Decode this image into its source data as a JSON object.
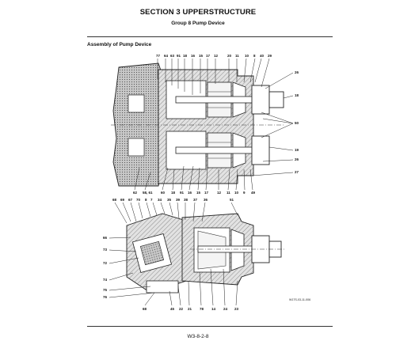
{
  "header": {
    "section_title": "SECTION 3 UPPERSTRUCTURE",
    "group_title": "Group 8 Pump Device"
  },
  "content": {
    "heading": "Assembly of Pump Device",
    "figure_code": "W17S-03-11-006",
    "top_labels_top": [
      "77",
      "64",
      "63",
      "91",
      "18",
      "16",
      "15",
      "17",
      "12",
      "20",
      "11",
      "10",
      "8",
      "40",
      "29"
    ],
    "top_labels_bottom": [
      "62",
      "58, 61",
      "60",
      "18",
      "91",
      "16",
      "15",
      "17",
      "12",
      "11",
      "10",
      "9",
      "49"
    ],
    "top_labels_right": [
      "26",
      "18",
      "50",
      "19",
      "26",
      "27"
    ],
    "lower_labels_top": [
      "68",
      "69",
      "67",
      "70",
      "8",
      "7",
      "34",
      "35",
      "39",
      "38",
      "37",
      "36",
      "51"
    ],
    "lower_labels_left": [
      "66",
      "73",
      "72",
      "74",
      "75",
      "76"
    ],
    "lower_labels_bottom": [
      "68",
      "45",
      "22",
      "21",
      "78",
      "14",
      "24",
      "23"
    ]
  },
  "footer": {
    "page_number": "W3-8-2-8"
  }
}
